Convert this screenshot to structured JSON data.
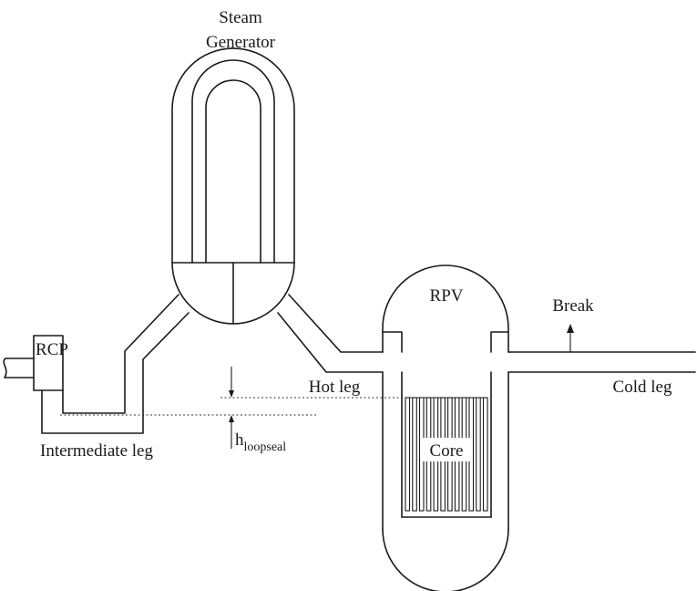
{
  "labels": {
    "steam_generator_line1": "Steam",
    "steam_generator_line2": "Generator",
    "rcp": "RCP",
    "rpv": "RPV",
    "break": "Break",
    "hot_leg": "Hot leg",
    "cold_leg": "Cold leg",
    "intermediate_leg": "Intermediate leg",
    "core": "Core",
    "h_loopseal_main": "h",
    "h_loopseal_sub": "loopseal"
  },
  "colors": {
    "stroke": "#1a1a1a",
    "background": "#ffffff"
  }
}
